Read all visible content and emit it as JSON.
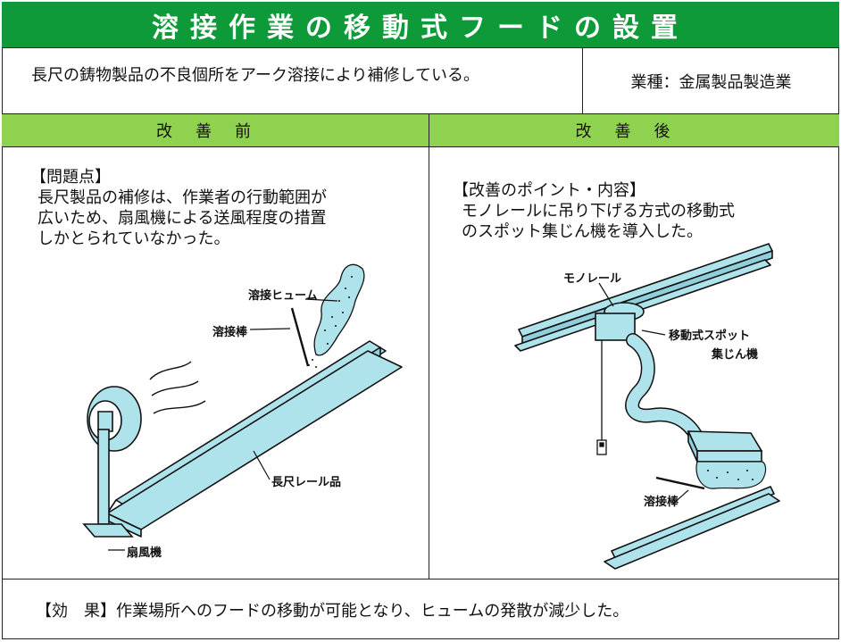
{
  "title": "溶接作業の移動式フードの設置",
  "description": "長尺の鋳物製品の不良個所をアーク溶接により補修している。",
  "industry": "業種：金属製品製造業",
  "before": {
    "header": "改善前",
    "heading": "【問題点】",
    "lines": [
      "長尺製品の補修は、作業者の行動範囲が",
      "広いため、扇風機による送風程度の措置",
      "しかとられていなかった。"
    ],
    "labels": {
      "fume": "溶接ヒューム",
      "rod": "溶接棒",
      "rail": "長尺レール品",
      "fan": "扇風機"
    }
  },
  "after": {
    "header": "改善後",
    "heading": "【改善のポイント・内容】",
    "lines": [
      "モノレールに吊り下げる方式の移動式",
      "のスポット集じん機を導入した。"
    ],
    "labels": {
      "monorail": "モノレール",
      "collector_1": "移動式スポット",
      "collector_2": "集じん機",
      "rod": "溶接棒"
    }
  },
  "effect": "【効　果】作業場所へのフードの移動が可能となり、ヒュームの発散が減少した。",
  "colors": {
    "title_bg": "#0f9a3a",
    "header_bg": "#8fd250",
    "steel": "#aee3ec"
  },
  "icons": [
    "fan-icon",
    "rail-icon",
    "monorail-icon",
    "dust-collector-icon",
    "welding-rod-icon",
    "fume-cloud-icon"
  ]
}
